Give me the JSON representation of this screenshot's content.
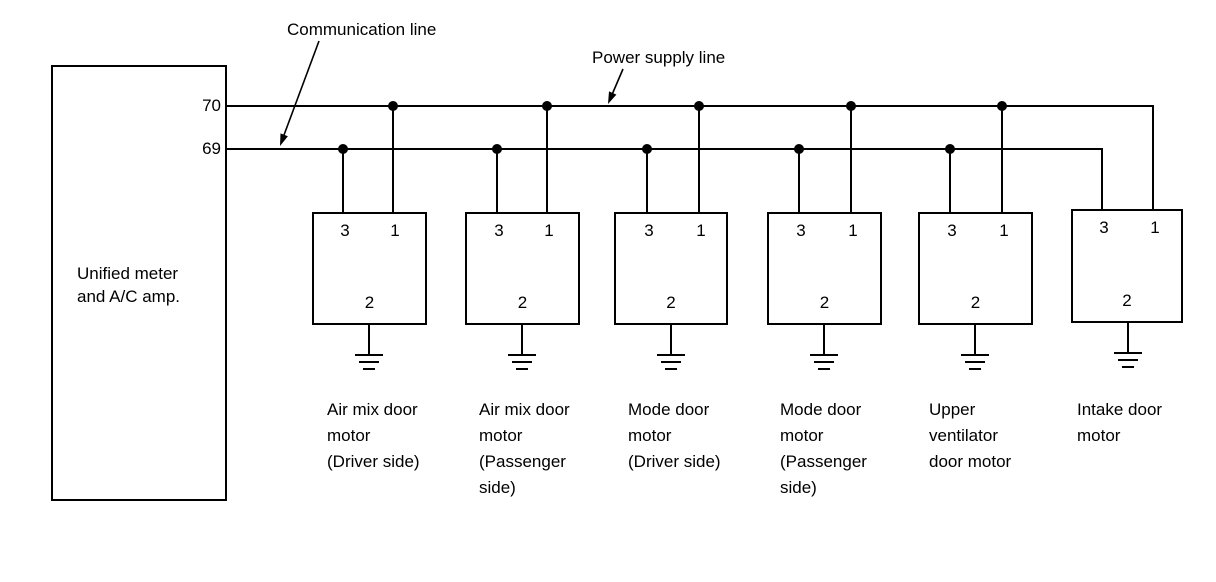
{
  "controller": {
    "label": "Unified meter\nand A/C amp.",
    "power_pin": "70",
    "comm_pin": "69"
  },
  "annotations": {
    "communication_label": "Communication line",
    "power_label": "Power supply line"
  },
  "motors": [
    {
      "label": "Air mix door\nmotor\n(Driver side)",
      "pin3": "3",
      "pin1": "1",
      "pin2": "2"
    },
    {
      "label": "Air mix door\nmotor\n(Passenger\nside)",
      "pin3": "3",
      "pin1": "1",
      "pin2": "2"
    },
    {
      "label": "Mode door\nmotor\n(Driver side)",
      "pin3": "3",
      "pin1": "1",
      "pin2": "2"
    },
    {
      "label": "Mode door\nmotor\n(Passenger\nside)",
      "pin3": "3",
      "pin1": "1",
      "pin2": "2"
    },
    {
      "label": "Upper\nventilator\ndoor motor",
      "pin3": "3",
      "pin1": "1",
      "pin2": "2"
    },
    {
      "label": "Intake door\nmotor",
      "pin3": "3",
      "pin1": "1",
      "pin2": "2"
    }
  ],
  "colors": {
    "ink": "#000000",
    "background": "#ffffff"
  }
}
